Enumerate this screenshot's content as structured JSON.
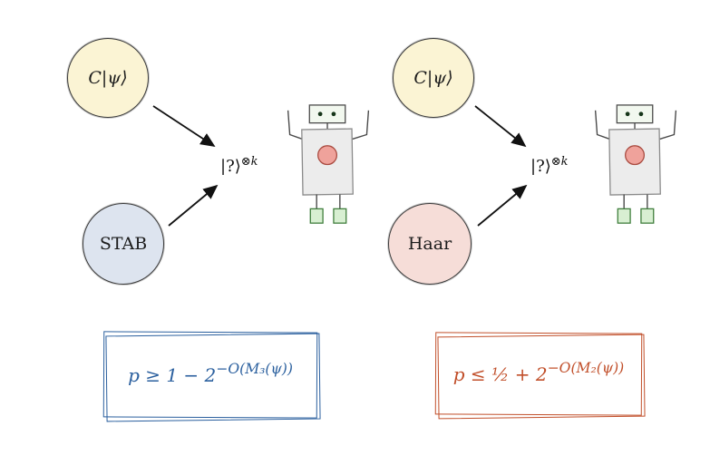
{
  "colors": {
    "state_ellipse_fill": "#fbf4d4",
    "stab_ellipse_fill": "#dde4ef",
    "haar_ellipse_fill": "#f6ddd8",
    "robot_body_fill": "#ececec",
    "robot_feet_fill": "#d8efd2",
    "robot_chest_fill": "#efa29b",
    "stab_bound_accent": "#2a5f9e",
    "haar_bound_accent": "#c14f2a"
  },
  "left": {
    "top_ellipse_label": "C|ψ⟩",
    "bottom_ellipse_label": "STAB",
    "kets_main": "|?⟩",
    "kets_sup": "⊗k",
    "bound_main": "p ≥ 1 − 2",
    "bound_sup": "−O(M₃(ψ))"
  },
  "right": {
    "top_ellipse_label": "C|ψ⟩",
    "bottom_ellipse_label": "Haar",
    "kets_main": "|?⟩",
    "kets_sup": "⊗k",
    "bound_main": "p ≤ ½ + 2",
    "bound_sup": "−O(M₂(ψ))"
  }
}
